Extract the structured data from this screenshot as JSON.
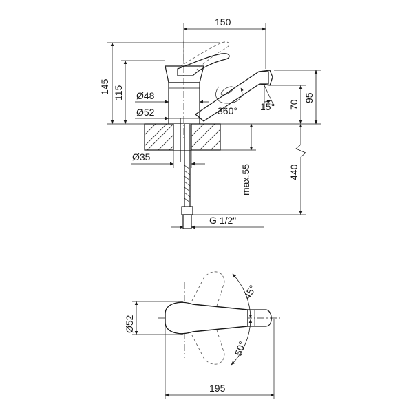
{
  "front_view": {
    "width_150": "150",
    "height_145": "145",
    "height_115": "115",
    "diameter_48": "Ø48",
    "diameter_52": "Ø52",
    "rotation_360": "360°",
    "angle_15": "15°",
    "height_70": "70",
    "height_95": "95",
    "diameter_35": "Ø35",
    "max_55": "max.55",
    "hose_440": "440",
    "thread": "G 1/2\""
  },
  "top_view": {
    "diameter_52": "Ø52",
    "angle_45": "45°",
    "angle_50": "50°",
    "width_195": "195"
  }
}
